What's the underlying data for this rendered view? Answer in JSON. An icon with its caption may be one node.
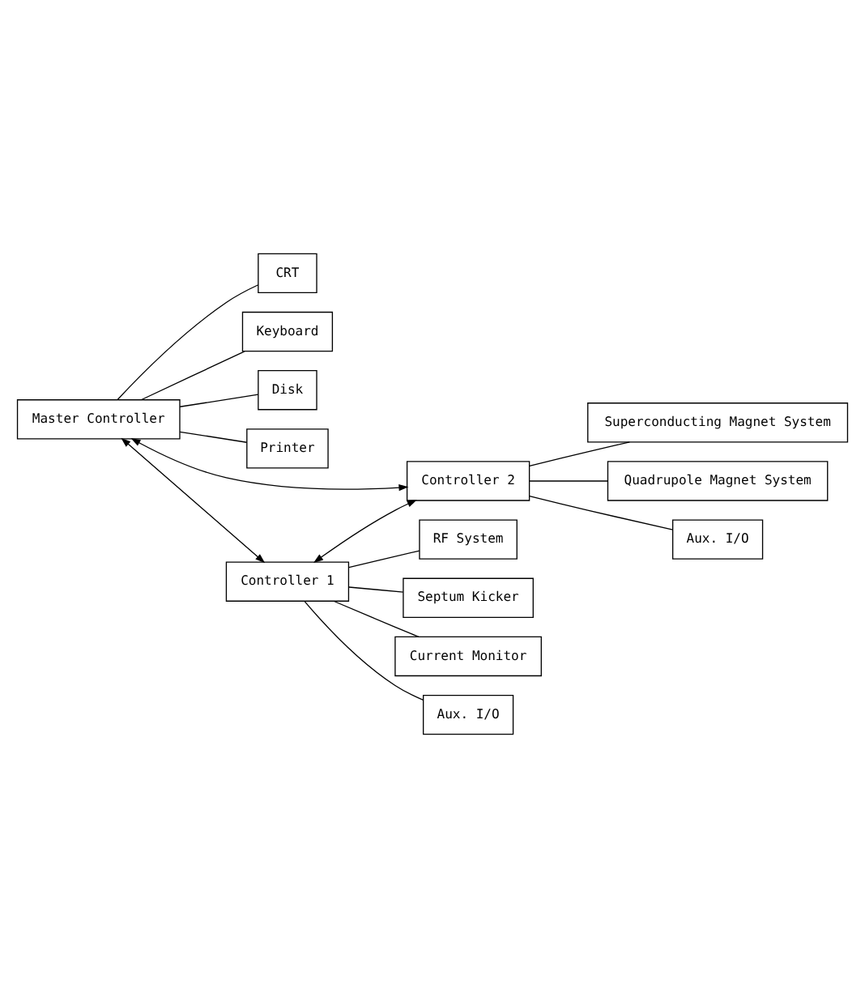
{
  "diagram": {
    "nodes": [
      {
        "text": [
          "Master Controller"
        ]
      },
      {
        "text": [
          "CRT"
        ]
      },
      {
        "text": [
          "Keyboard"
        ]
      },
      {
        "text": [
          "Disk"
        ]
      },
      {
        "text": [
          "Printer"
        ]
      },
      {
        "text": [
          "Controller 1"
        ]
      },
      {
        "text": [
          "Controller 2"
        ]
      },
      {
        "text": [
          "RF System"
        ]
      },
      {
        "text": [
          "Septum Kicker"
        ]
      },
      {
        "text": [
          "Current Monitor"
        ]
      },
      {
        "text": [
          "Aux. I/O"
        ]
      },
      {
        "text": [
          "Superconducting Magnet System"
        ]
      },
      {
        "text": [
          "Quadrupole Magnet System"
        ]
      },
      {
        "text": [
          "Aux. I/O"
        ]
      }
    ],
    "edges": [
      {
        "from": 0,
        "to": 1,
        "arrow": "none"
      },
      {
        "from": 0,
        "to": 2,
        "arrow": "none"
      },
      {
        "from": 0,
        "to": 3,
        "arrow": "none"
      },
      {
        "from": 0,
        "to": 4,
        "arrow": "none"
      },
      {
        "from": 0,
        "to": 5,
        "arrow": "both"
      },
      {
        "from": 0,
        "to": 6,
        "arrow": "both"
      },
      {
        "from": 5,
        "to": 6,
        "arrow": "both"
      },
      {
        "from": 5,
        "to": 7,
        "arrow": "none"
      },
      {
        "from": 5,
        "to": 8,
        "arrow": "none"
      },
      {
        "from": 5,
        "to": 9,
        "arrow": "none"
      },
      {
        "from": 5,
        "to": 10,
        "arrow": "none"
      },
      {
        "from": 6,
        "to": 11,
        "arrow": "none"
      },
      {
        "from": 6,
        "to": 12,
        "arrow": "none"
      },
      {
        "from": 6,
        "to": 13,
        "arrow": "none"
      }
    ]
  }
}
